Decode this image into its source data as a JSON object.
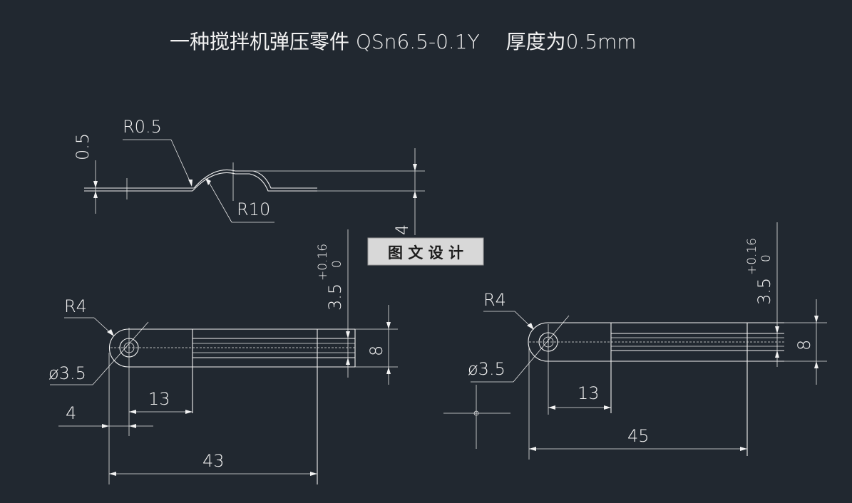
{
  "title": "一种搅拌机弹压零件 QSn6.5-0.1Y　 厚度为0.5mm",
  "watermark": "图 文 设 计",
  "side_view": {
    "thickness_label": "0.5",
    "bend_radius_label": "R0.5",
    "arc_radius_label": "R10",
    "height_label": "4"
  },
  "left_view": {
    "tol_base": "3.5",
    "tol_upper": "+0.16",
    "tol_lower": "0",
    "end_radius_label": "R4",
    "hole_label": "ø3.5",
    "width_label": "8",
    "offset_label": "4",
    "slot_start_label": "13",
    "length_label": "43"
  },
  "right_view": {
    "tol_base": "3.5",
    "tol_upper": "+0.16",
    "tol_lower": "0",
    "end_radius_label": "R4",
    "hole_label": "ø3.5",
    "width_label": "8",
    "slot_start_label": "13",
    "length_label": "45"
  },
  "colors": {
    "background": "#212830",
    "lines": "#f2f2f2",
    "watermark_bg": "#d8d8d8"
  }
}
